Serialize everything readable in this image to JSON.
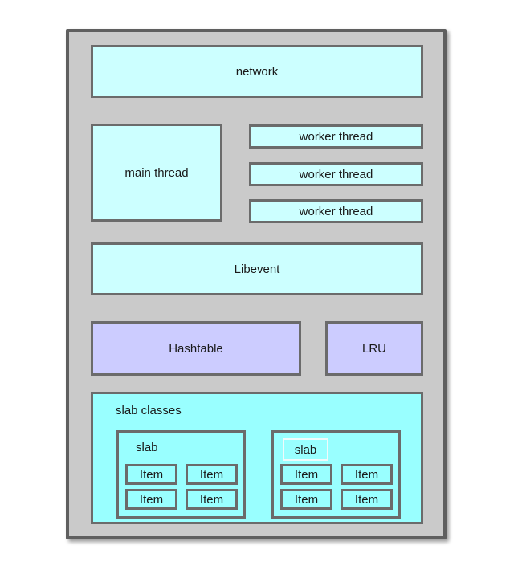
{
  "diagram": {
    "network": {
      "label": "network"
    },
    "main_thread": {
      "label": "main thread"
    },
    "worker_threads": [
      {
        "label": "worker thread"
      },
      {
        "label": "worker thread"
      },
      {
        "label": "worker thread"
      }
    ],
    "libevent": {
      "label": "Libevent"
    },
    "hashtable": {
      "label": "Hashtable"
    },
    "lru": {
      "label": "LRU"
    },
    "slab_classes": {
      "label": "slab classes",
      "slabs": [
        {
          "label": "slab",
          "label_highlighted": false,
          "items": [
            "Item",
            "Item",
            "Item",
            "Item"
          ]
        },
        {
          "label": "slab",
          "label_highlighted": true,
          "items": [
            "Item",
            "Item",
            "Item",
            "Item"
          ]
        }
      ]
    },
    "colors": {
      "container_fill": "#cacaca",
      "container_border": "#5f5f5f",
      "box_border": "#6b6b6b",
      "cyan_light": "#ccffff",
      "cyan_bright": "#99ffff",
      "purple": "#ccccff",
      "highlight_border": "#f0fafa",
      "text": "#1a1a1a"
    }
  }
}
